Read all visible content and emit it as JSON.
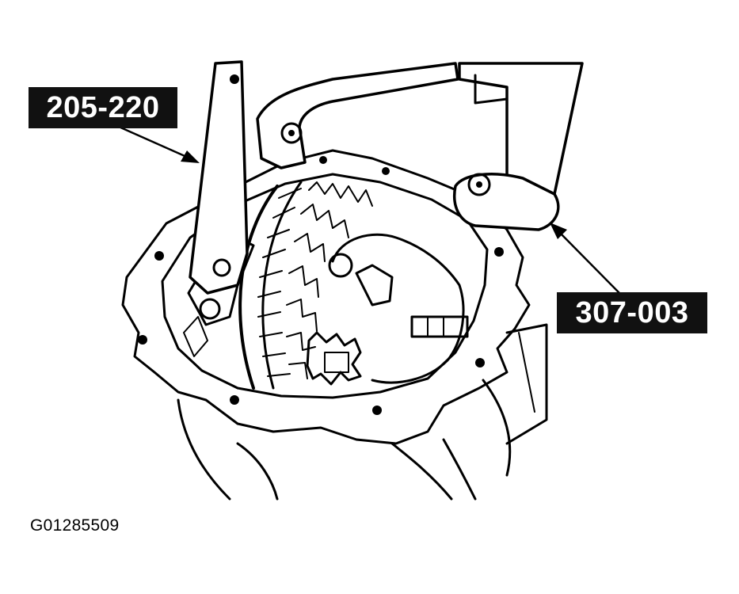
{
  "callouts": {
    "tool_a": "205-220",
    "tool_b": "307-003"
  },
  "figure_id": "G01285509",
  "colors": {
    "line": "#000000",
    "callout_bg": "#111111",
    "callout_text": "#ffffff",
    "background": "#ffffff"
  }
}
